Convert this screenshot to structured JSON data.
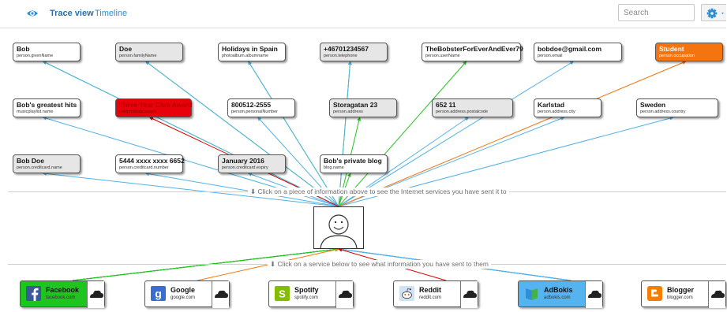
{
  "nav": {
    "tabs": [
      {
        "label": "Trace view",
        "active": true
      },
      {
        "label": "Timeline",
        "active": false
      }
    ],
    "search_placeholder": "Search",
    "eye_icon": "eye-icon",
    "settings_icon": "gear-icon"
  },
  "cards": [
    {
      "value": "Bob",
      "key": "person.givenName",
      "style": "white"
    },
    {
      "value": "Doe",
      "key": "person.familyName",
      "style": "gray"
    },
    {
      "value": "Holidays in Spain",
      "key": "photoalbum.albumname",
      "style": "white"
    },
    {
      "value": "+46701234567",
      "key": "person.telephone",
      "style": "gray"
    },
    {
      "value": "TheBobsterForEverAndEver79",
      "key": "person.userName",
      "style": "white"
    },
    {
      "value": "bobdoe@gmail.com",
      "key": "person.email",
      "style": "white"
    },
    {
      "value": "Student",
      "key": "person.occupation",
      "style": "orange"
    },
    {
      "value": "Bob's greatest hits",
      "key": "musicplaylist.name",
      "style": "white"
    },
    {
      "value": "Three Year Club Award",
      "key": "customfields.award",
      "style": "red"
    },
    {
      "value": "800512-2555",
      "key": "person.personalNumber",
      "style": "white"
    },
    {
      "value": "Storagatan 23",
      "key": "person.address",
      "style": "gray"
    },
    {
      "value": "652 11",
      "key": "person.address.postalcode",
      "style": "gray"
    },
    {
      "value": "Karlstad",
      "key": "person.address.city",
      "style": "white"
    },
    {
      "value": "Sweden",
      "key": "person.address.country",
      "style": "white"
    },
    {
      "value": "Bob Doe",
      "key": "person.creditcard.name",
      "style": "gray"
    },
    {
      "value": "5444 xxxx xxxx 6652",
      "key": "person.creditcard.number",
      "style": "white"
    },
    {
      "value": "January 2016",
      "key": "person.creditcard.expiry",
      "style": "gray"
    },
    {
      "value": "Bob's private blog",
      "key": "blog.name",
      "style": "white"
    }
  ],
  "hints": {
    "top": "Click on a piece of information above to see the Internet services you have sent it to",
    "bottom": "Click on a service below to see what information you have sent to them"
  },
  "services": [
    {
      "name": "Facebook",
      "domain": "facebook.com",
      "icon": "facebook-icon",
      "selected": "green"
    },
    {
      "name": "Google",
      "domain": "google.com",
      "icon": "google-icon",
      "selected": "none"
    },
    {
      "name": "Spotify",
      "domain": "spotify.com",
      "icon": "spotify-icon",
      "selected": "none"
    },
    {
      "name": "Reddit",
      "domain": "reddit.com",
      "icon": "reddit-icon",
      "selected": "none"
    },
    {
      "name": "AdBokis",
      "domain": "adbokis.com",
      "icon": "adbokis-icon",
      "selected": "blue"
    },
    {
      "name": "Blogger",
      "domain": "blogger.com",
      "icon": "blogger-icon",
      "selected": "none"
    }
  ],
  "colors": {
    "green": "#22c322",
    "blue": "#52b1e8",
    "orange": "#f47410",
    "red": "#d90000",
    "tab_link": "#2f8fd0",
    "card_red": "#e8000a",
    "card_orange": "#f47410",
    "facebook": "#3b5998",
    "google": "#3b6ccf",
    "spotify": "#84bd00",
    "reddit": "#ff4500",
    "adbokis": "#2d8fd6",
    "blogger": "#f57d00"
  },
  "traces": [
    {
      "card": 0,
      "service": 0,
      "color": "green"
    },
    {
      "card": 1,
      "service": 0,
      "color": "green"
    },
    {
      "card": 2,
      "service": 0,
      "color": "green"
    },
    {
      "card": 3,
      "service": 0,
      "color": "green"
    },
    {
      "card": 4,
      "service": 0,
      "color": "green"
    },
    {
      "card": 10,
      "service": 0,
      "color": "green"
    },
    {
      "card": 17,
      "service": 0,
      "color": "green"
    },
    {
      "card": 0,
      "service": 4,
      "color": "blue"
    },
    {
      "card": 1,
      "service": 4,
      "color": "blue"
    },
    {
      "card": 2,
      "service": 4,
      "color": "blue"
    },
    {
      "card": 3,
      "service": 4,
      "color": "blue"
    },
    {
      "card": 5,
      "service": 4,
      "color": "blue"
    },
    {
      "card": 7,
      "service": 4,
      "color": "blue"
    },
    {
      "card": 9,
      "service": 4,
      "color": "blue"
    },
    {
      "card": 11,
      "service": 4,
      "color": "blue"
    },
    {
      "card": 12,
      "service": 4,
      "color": "blue"
    },
    {
      "card": 13,
      "service": 4,
      "color": "blue"
    },
    {
      "card": 14,
      "service": 4,
      "color": "blue"
    },
    {
      "card": 15,
      "service": 4,
      "color": "blue"
    },
    {
      "card": 16,
      "service": 4,
      "color": "blue"
    },
    {
      "card": 6,
      "service": 1,
      "color": "orange"
    },
    {
      "card": 8,
      "service": 3,
      "color": "red"
    }
  ]
}
